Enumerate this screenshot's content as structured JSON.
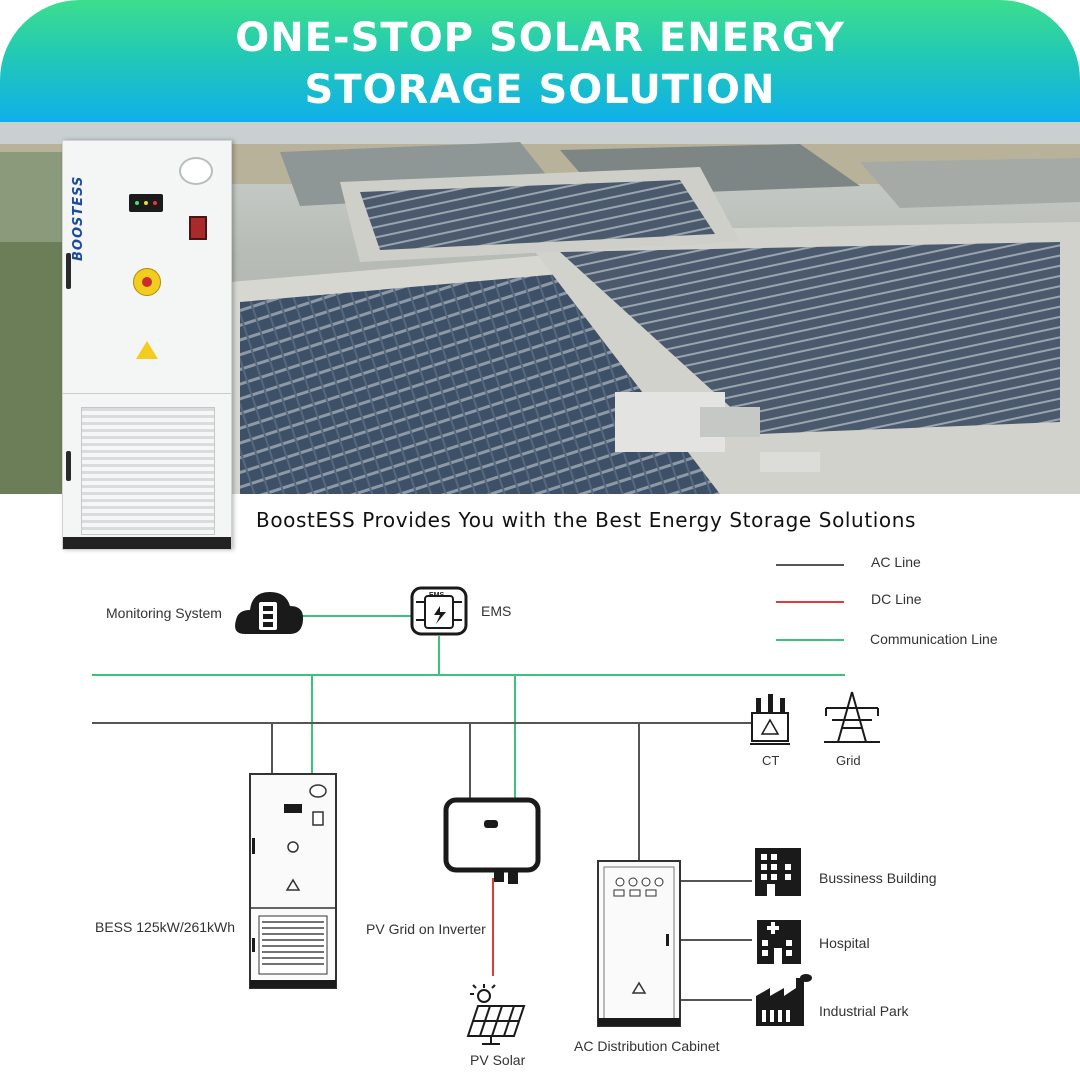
{
  "header": {
    "title_line1": "ONE-STOP SOLAR ENERGY",
    "title_line2": "STORAGE SOLUTION"
  },
  "cabinet_brand": "BOOSTESS",
  "tagline": "BoostESS Provides You with the Best Energy Storage Solutions",
  "legend": [
    {
      "label": "AC Line",
      "color": "#555555"
    },
    {
      "label": "DC Line",
      "color": "#e23a3a"
    },
    {
      "label": "Communication Line",
      "color": "#3cc27d"
    }
  ],
  "nodes": {
    "monitoring": "Monitoring System",
    "ems": "EMS",
    "ems_icon_text": "EMS",
    "ct": "CT",
    "grid": "Grid",
    "bess": "BESS 125kW/261kWh",
    "inverter": "PV Grid on Inverter",
    "pv": "PV Solar",
    "ac_cabinet": "AC Distribution Cabinet",
    "business": "Bussiness Building",
    "hospital": "Hospital",
    "industrial": "Industrial Park"
  },
  "colors": {
    "ac_line": "#555555",
    "dc_line": "#e23a3a",
    "comm_line": "#3cc27d",
    "header_top": "#3dde8d",
    "header_bottom": "#0fb0ea"
  }
}
